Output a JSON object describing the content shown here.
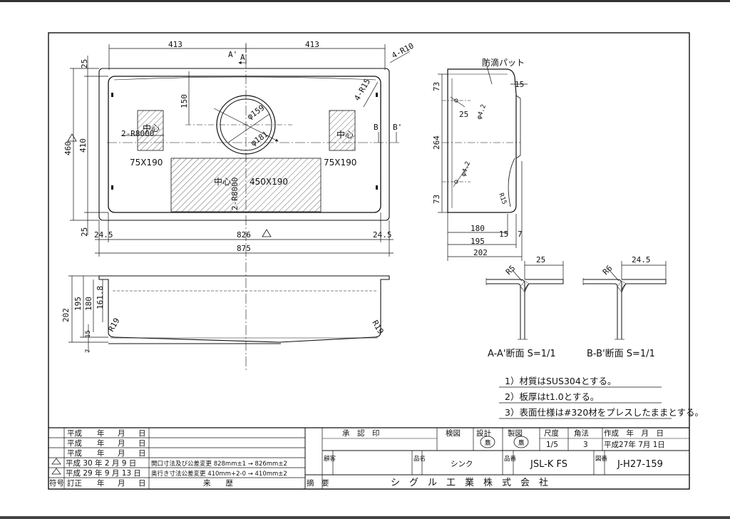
{
  "plan": {
    "dim_left_half": "413",
    "dim_right_half": "413",
    "dim_corner_r10": "4-R10",
    "dim_corner_r15": "4-R15",
    "dim_top_margin": "25",
    "dim_bottom_margin": "25",
    "dim_height_outer": "460",
    "dim_height_inner": "410",
    "dim_hole_offset": "150",
    "dim_hole_dia": "φ159",
    "dim_hole_inner": "φ181",
    "dim_curve_r8000": "2-R8000",
    "dim_curve_r8000b": "2-R8000",
    "pad_left_label": "中心",
    "pad_left_size": "75X190",
    "pad_right_label": "中心",
    "pad_right_size": "75X190",
    "pad_center_label": "中心",
    "pad_center_size": "450X190",
    "dim_left_edge": "24.5",
    "dim_right_edge": "24.5",
    "dim_inner_width": "826",
    "dim_outer_width": "875",
    "section_a": "A",
    "section_a_prime": "A'",
    "section_b": "B",
    "section_b_prime": "B'"
  },
  "side": {
    "label_anti_condensation": "防滴パット",
    "dim_73_top": "73",
    "dim_264": "264",
    "dim_73_bottom": "73",
    "dim_25": "25",
    "dim_hole_a": "φ4.2",
    "dim_hole_b": "φ4.2",
    "dim_15_top": "15",
    "dim_r15": "R15",
    "dim_180": "180",
    "dim_15_bottom": "15",
    "dim_7": "7",
    "dim_195": "195",
    "dim_202": "202"
  },
  "front": {
    "dim_202": "202",
    "dim_195": "195",
    "dim_180": "180",
    "dim_161": "161.8",
    "dim_r19_left": "R19",
    "dim_r19_right": "R19",
    "dim_15": "15",
    "dim_7": "7"
  },
  "sections": {
    "aa_radius": "R5",
    "aa_flange": "25",
    "aa_caption": "A-A'断面 S=1/1",
    "bb_radius": "R6",
    "bb_flange": "24.5",
    "bb_caption": "B-B'断面 S=1/1"
  },
  "notes": [
    "1）材質はSUS304とする。",
    "2）板厚はt1.0とする。",
    "3）表面仕様は#320材をプレスしたままとする。"
  ],
  "title_block": {
    "era": "平成",
    "year": "年",
    "month": "月",
    "day": "日",
    "rev_rows": [
      {
        "date": "平成 30 年 2 月 9 日",
        "desc": "開口寸法及び公差変更 828mm±1 → 826mm±2"
      },
      {
        "date": "平成 29 年 9 月 13 日",
        "desc": "奥行き寸法公差変更 410mm+2-0 → 410mm±2"
      }
    ],
    "hdr_symbol": "符号",
    "hdr_revision": "訂正",
    "hdr_history": "来　　歴",
    "hdr_remarks": "摘　要",
    "approval": "承　認　印",
    "inspection": "検図",
    "design": "設計",
    "drafting": "製図",
    "scale_label": "尺度",
    "scale_value": "1/5",
    "projection_label": "角法",
    "projection_value": "3",
    "created_label": "作成　年　月　日",
    "created_value": "平成27年 7月 1日",
    "customer_label": "顧客",
    "product_name_label": "品名",
    "product_name": "シンク",
    "product_no_label": "品番",
    "product_no": "JSL-K FS",
    "drawing_no_label": "図番",
    "drawing_no": "J-H27-159",
    "company": "シ　グ　ル　工　業　株　式　会　社",
    "stamp_design": "鷹",
    "stamp_drafting": "鷹"
  }
}
